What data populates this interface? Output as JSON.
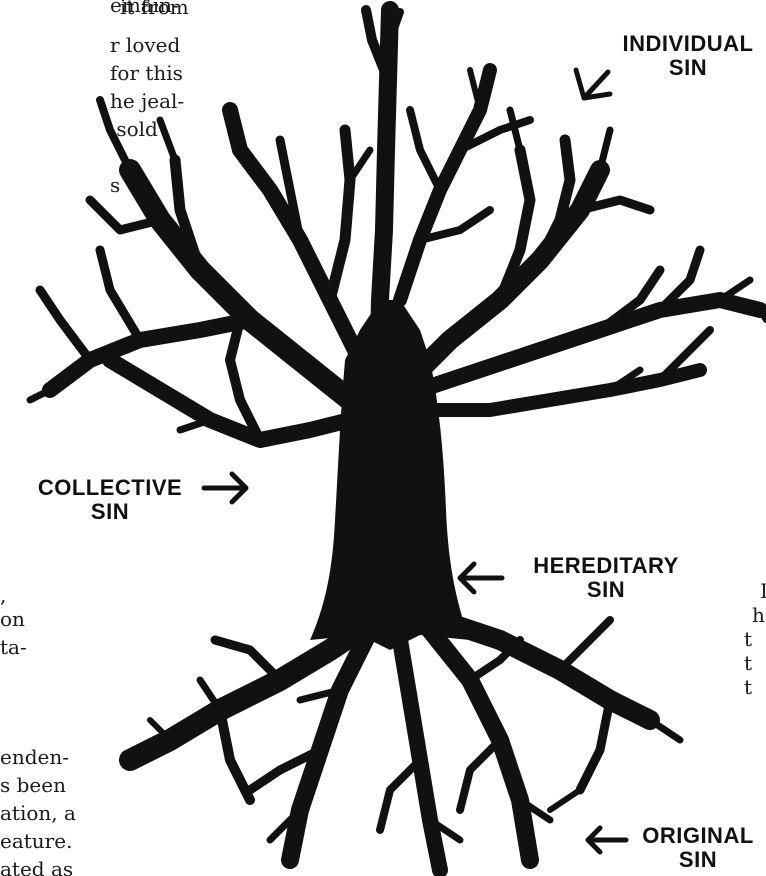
{
  "text_fragments": {
    "top_left": [
      "emain-",
      "r loved",
      "for this",
      "he jeal-",
      " sold",
      "",
      "s"
    ],
    "top_center": [
      "it from"
    ],
    "mid_left": [
      ",",
      "on",
      "ta-"
    ],
    "bottom_left": [
      "enden-",
      "s been",
      "ation, a",
      "eature.",
      "ated as"
    ],
    "right_edge": [
      "I",
      "h",
      "t",
      "t",
      "t"
    ]
  },
  "labels": {
    "individual": [
      "INDIVIDUAL",
      "SIN"
    ],
    "collective": [
      "COLLECTIVE",
      "SIN"
    ],
    "hereditary": [
      "HEREDITARY",
      "SIN"
    ],
    "original": [
      "ORIGINAL",
      "SIN"
    ]
  },
  "colors": {
    "ink": "#111111"
  }
}
